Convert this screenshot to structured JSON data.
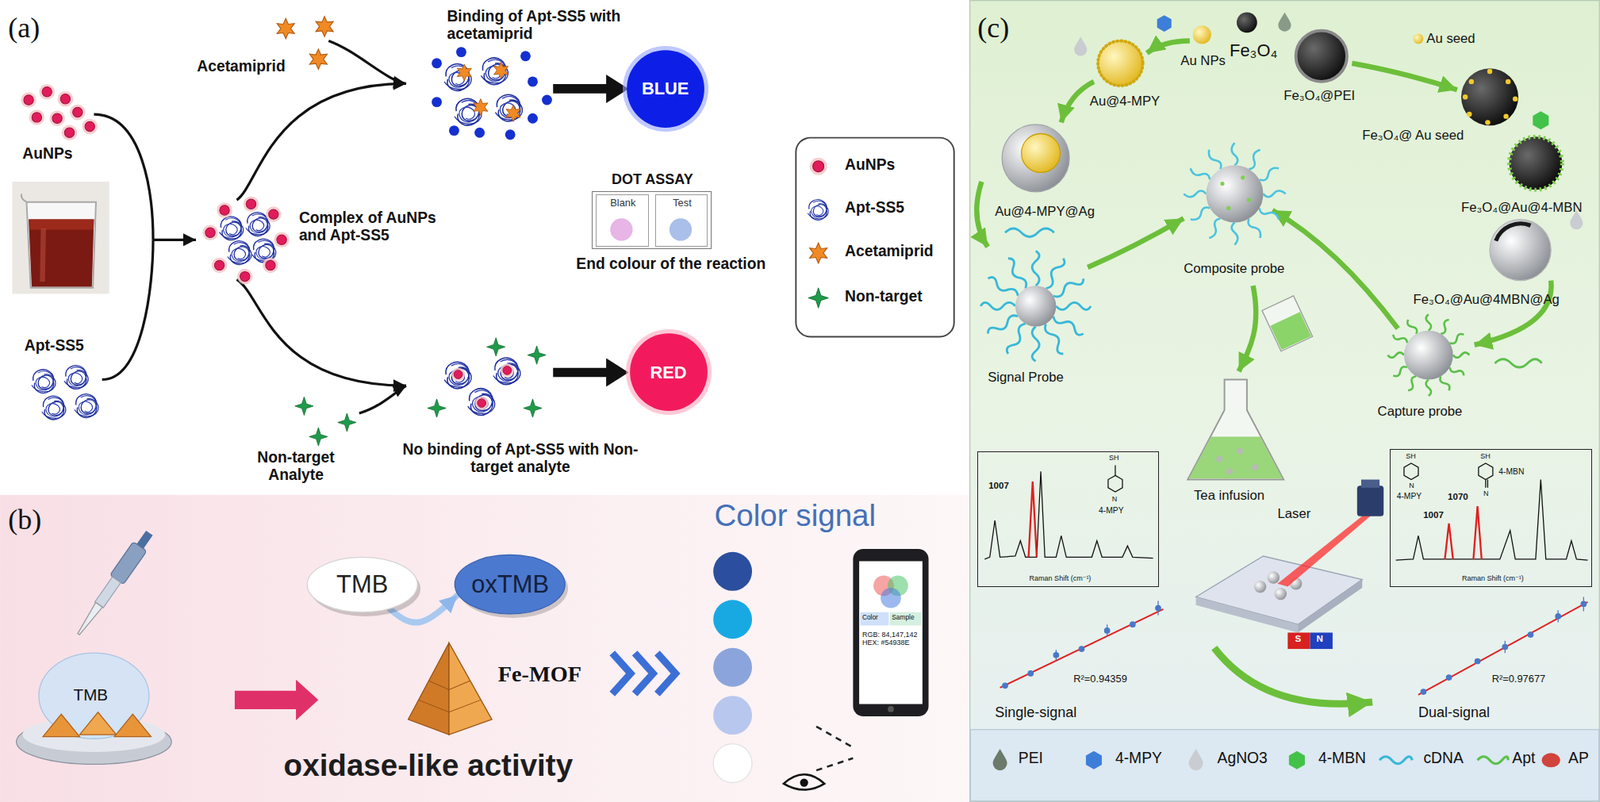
{
  "diagram": {
    "nodes": [
      {
        "text": [
          "(a)"
        ]
      },
      {
        "text": [
          "BLUE"
        ],
        "in": 0
      },
      {
        "text": [
          "RED"
        ],
        "in": 0
      },
      {
        "text": [
          "DOT ASSAY"
        ],
        "in": 0
      },
      {
        "text": [
          "Blank"
        ],
        "in": 3
      },
      {
        "text": [
          "Test"
        ],
        "in": 3
      },
      {
        "text": [
          "(b)"
        ]
      },
      {
        "text": [
          "TMB"
        ],
        "in": 6
      },
      {
        "text": [
          "oxTMB"
        ],
        "in": 6
      },
      {
        "text": [
          "Color",
          "Sample",
          "RGB: 84,147,142 HEX: #54938E"
        ],
        "in": 6
      },
      {
        "text": [
          "(c)"
        ]
      },
      {
        "text": [
          "1007",
          "SH",
          "N",
          "4-MPY",
          "Raman Shift (cm⁻¹)"
        ],
        "in": 10
      },
      {
        "text": [
          "SH",
          "N",
          "4-MPY",
          "SH",
          "N",
          "4-MBN",
          "1070",
          "1007",
          "Raman Shift (cm⁻¹)"
        ],
        "in": 10
      }
    ],
    "edges": [
      {
        "from": 7,
        "to": 8,
        "arrow": "to"
      }
    ],
    "labels": [
      "AuNPs",
      "Apt-SS5",
      "Acetamiprid",
      "Binding of Apt-SS5 with acetamiprid",
      "Complex of AuNPs and Apt-SS5",
      "Non-target Analyte",
      "No binding of Apt-SS5 with Non-target analyte",
      "End colour of the reaction",
      "TMB",
      "Fe-MOF",
      "oxidase-like activity",
      "Color signal",
      "Au NPs",
      "Fe₃O₄",
      "Au seed",
      "Au@4-MPY",
      "Fe₃O₄@PEI",
      "Fe₃O₄@ Au seed",
      "Au@4-MPY@Ag",
      "Fe₃O₄@Au@4-MBN",
      "Composite probe",
      "Fe₃O₄@Au@4MBN@Ag",
      "Signal Probe",
      "Capture probe",
      "Tea infusion",
      "Laser",
      "S",
      "N",
      "R²=0.94359",
      "Single-signal",
      "R²=0.97677",
      "Dual-signal"
    ],
    "legend": [
      {
        "text": "AuNPs"
      },
      {
        "text": "Apt-SS5"
      },
      {
        "text": "Acetamiprid"
      },
      {
        "text": "Non-target"
      },
      {
        "text": "PEI"
      },
      {
        "text": "4-MPY"
      },
      {
        "text": "AgNO3"
      },
      {
        "text": "4-MBN"
      },
      {
        "text": "cDNA"
      },
      {
        "text": "Apt"
      },
      {
        "text": "AP"
      }
    ]
  }
}
